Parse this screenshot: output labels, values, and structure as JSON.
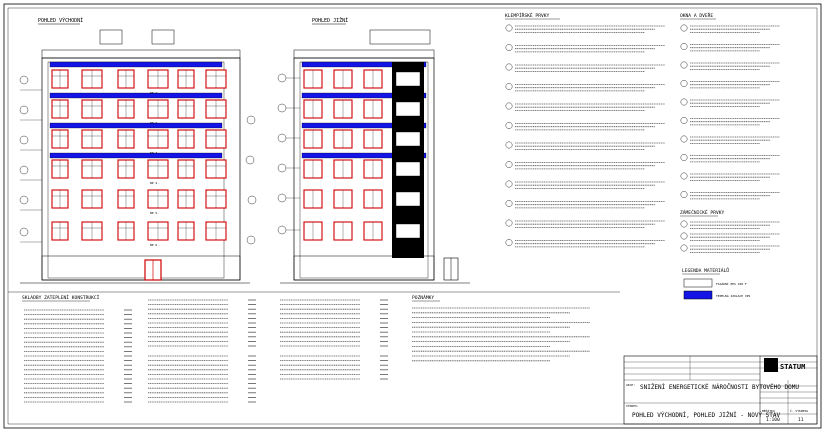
{
  "views": {
    "east": "POHLED VÝCHODNÍ",
    "south": "POHLED JIŽNÍ"
  },
  "sections": {
    "walls_title": "KLEMPÍŘSKÉ PRVKY",
    "windows_title": "OKNA A DVEŘE",
    "details_title": "ZÁMEČNICKÉ PRVKY",
    "legend_title": "LEGENDA MATERIÁLŮ",
    "compositions_title": "SKLADBY ZATEPLENÍ KONSTRUKCÍ",
    "notes_title": "POZNÁMKY"
  },
  "legend": [
    {
      "label": "FASÁDNÍ EPS 100 F",
      "color": "#ffffff"
    },
    {
      "label": "TEPELNÁ IZOLACE XPS",
      "color": "#1414e6"
    }
  ],
  "floor_labels": [
    "NP 1.",
    "NP 2.",
    "NP 3.",
    "NP 4.",
    "NP 5.",
    "NP 6."
  ],
  "title_block": {
    "company": "STATUM",
    "project_label": "AKCE:",
    "project": "SNIŽENÍ ENERGETICKÉ NÁROČNOSTI BYTOVÉHO DOMU",
    "drawing_label": "VÝKRES:",
    "drawing": "POHLED VÝCHODNÍ, POHLED JIŽNÍ - NOVÝ STAV",
    "scale_label": "MĚŘÍTKO",
    "scale": "1:100",
    "number_label": "Č. VÝKRESU",
    "number": "11"
  }
}
